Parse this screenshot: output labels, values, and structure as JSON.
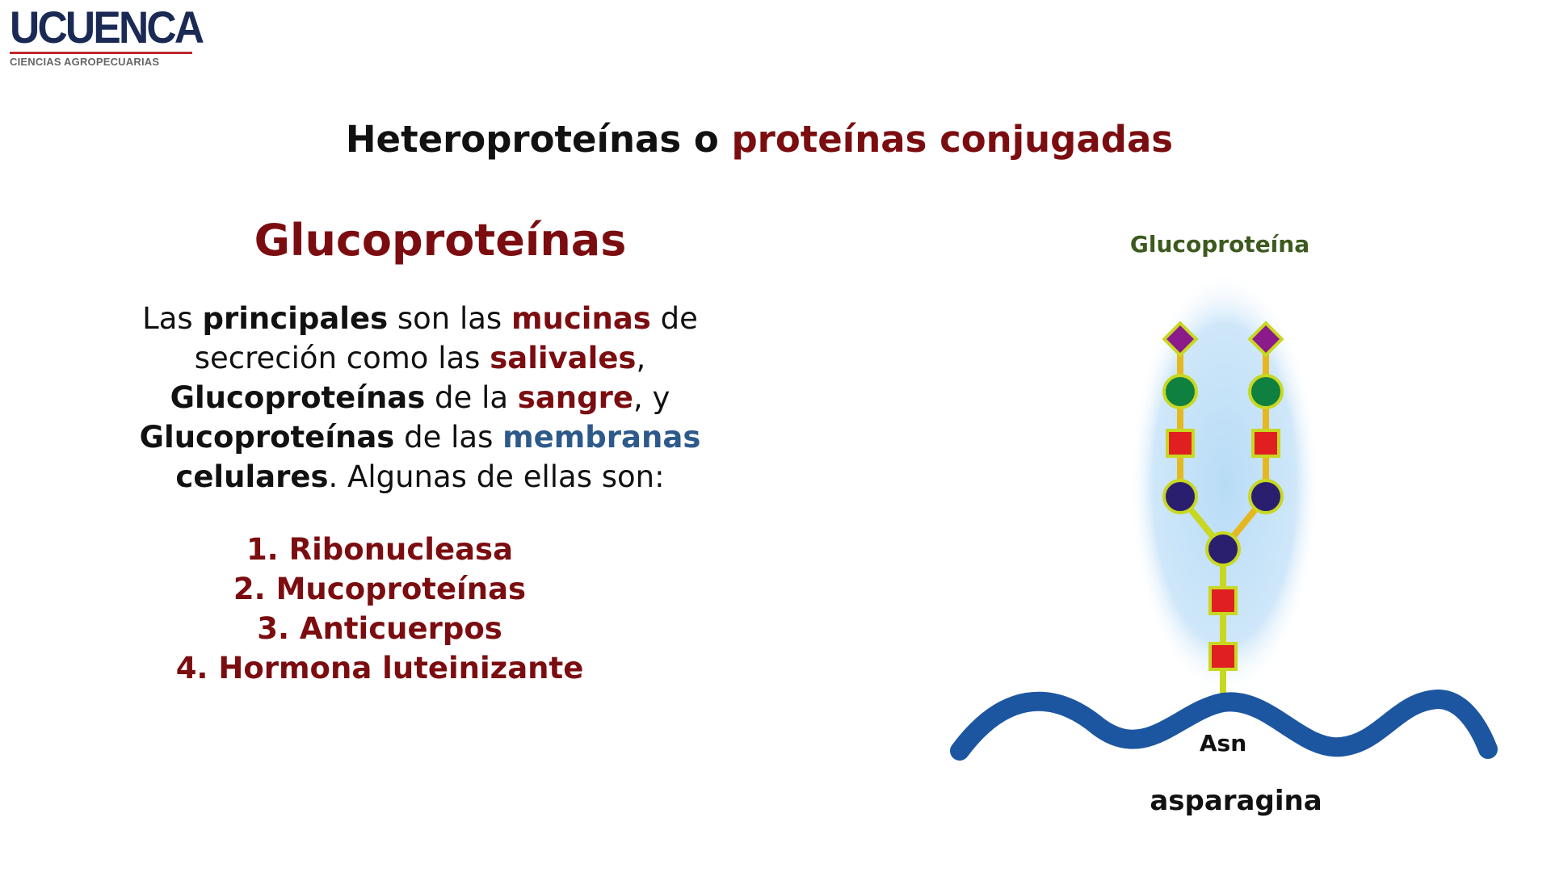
{
  "logo": {
    "name": "UCUENCA",
    "subtitle": "CIENCIAS AGROPECUARIAS"
  },
  "title": {
    "part1": "Heteroproteínas o ",
    "part2": "proteínas conjugadas"
  },
  "section": {
    "heading": "Glucoproteínas",
    "paragraph": {
      "s1": "Las ",
      "principales": "principales",
      "s2": " son las ",
      "mucinas": "mucinas",
      "s3": " de secreción como las ",
      "salivales": "salivales",
      "s4": ", ",
      "gluco1": "Glucoproteínas",
      "s5": " de la ",
      "sangre": "sangre",
      "s6": ", y ",
      "gluco2": "Glucoproteínas",
      "s7": " de las ",
      "membranas": "membranas",
      "s8": " ",
      "celulares": "celulares",
      "s9": ". Algunas de ellas son:"
    },
    "list": [
      "1. Ribonucleasa",
      "2. Mucoproteínas",
      "3. Anticuerpos",
      "4. Hormona luteinizante"
    ]
  },
  "diagram": {
    "label": "Glucoproteína",
    "anchor_label": "Asn",
    "caption": "asparagina",
    "colors": {
      "glow": "#bfe0f7",
      "backbone": "#1d56a0",
      "linker": "#c8d820",
      "diamond": "#8b1a8b",
      "green_circle": "#108040",
      "red_square": "#e02020",
      "dark_circle": "#2a1f6e"
    }
  },
  "colors": {
    "accent_red": "#7b0d10",
    "accent_blue": "#2d5a8a",
    "label_green": "#3d5a1e",
    "logo_navy": "#1b2a55",
    "logo_red": "#c0272d"
  }
}
